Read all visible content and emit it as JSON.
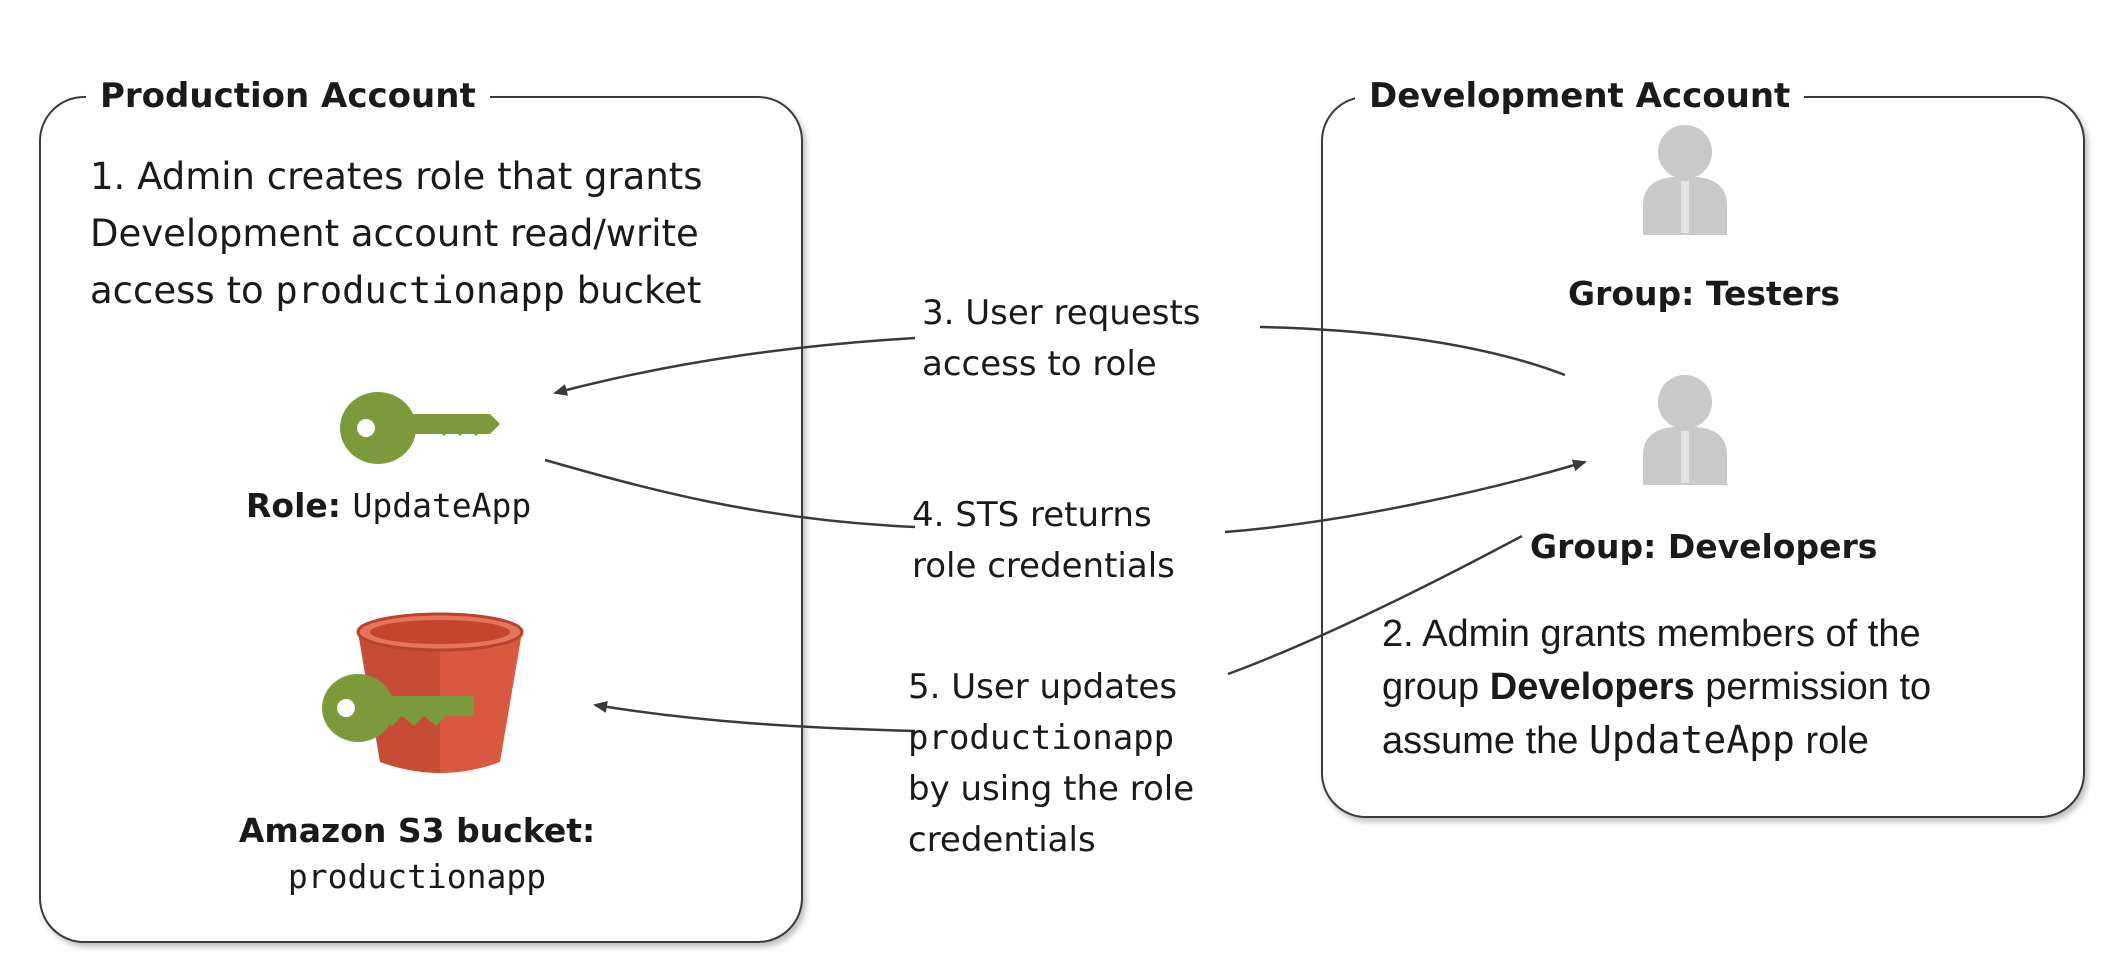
{
  "production": {
    "title": "Production Account",
    "step1": {
      "line1": "1. Admin creates role that grants",
      "line2": "Development account read/write",
      "line3_pre": "access to ",
      "line3_code": "productionapp",
      "line3_post": " bucket"
    },
    "role": {
      "label_bold": "Role: ",
      "label_code": "UpdateApp",
      "icon": "key-icon"
    },
    "bucket": {
      "label_line1": "Amazon S3 bucket:",
      "label_code": "productionapp",
      "icon": "s3-bucket-icon"
    }
  },
  "development": {
    "title": "Development Account",
    "testers": {
      "label": "Group: Testers",
      "icon": "user-icon"
    },
    "developers": {
      "label": "Group: Developers",
      "icon": "user-icon"
    },
    "step2": {
      "line1": "2. Admin grants members of the",
      "line2_pre": "group ",
      "line2_bold": "Developers",
      "line2_post": " permission to",
      "line3_pre": "assume the ",
      "line3_code": "UpdateApp",
      "line3_post": " role"
    }
  },
  "steps": {
    "step3": {
      "line1": "3. User requests",
      "line2": "access to role"
    },
    "step4": {
      "line1": "4. STS returns",
      "line2": "role credentials"
    },
    "step5": {
      "line1": "5. User updates",
      "line2_code": "productionapp",
      "line3": "by using the role",
      "line4": "credentials"
    }
  },
  "colors": {
    "key": "#7c9a3c",
    "bucket": "#d9583f",
    "user": "#c9c9c9",
    "border": "#3a3a3a"
  }
}
